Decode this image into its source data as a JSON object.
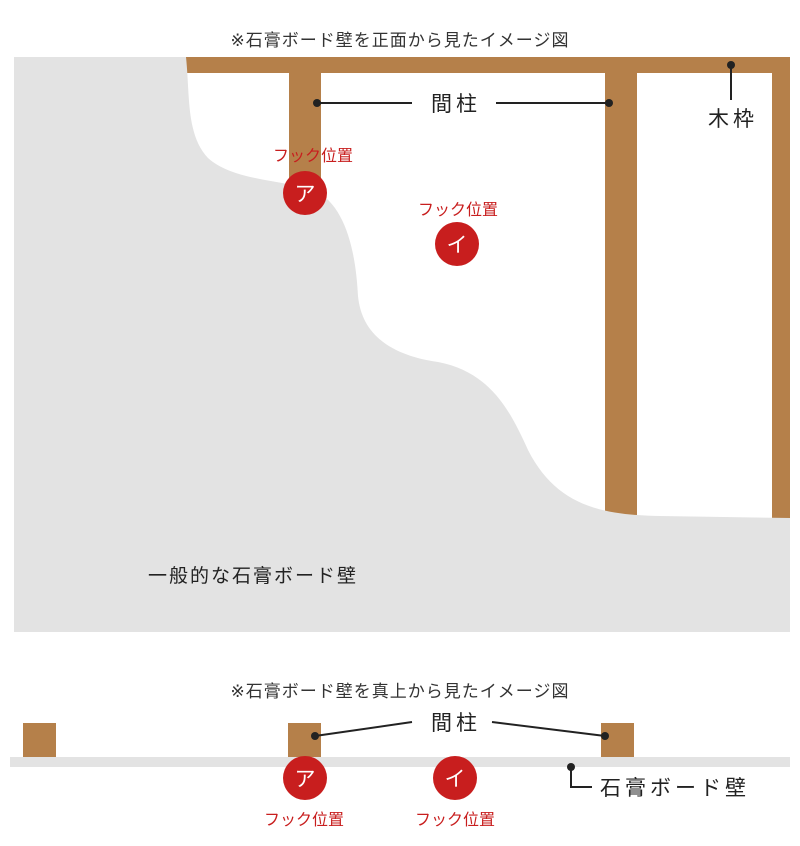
{
  "front_view": {
    "caption": "※石膏ボード壁を正面から見たイメージ図",
    "stud_label": "間柱",
    "frame_label": "木枠",
    "wall_label": "一般的な石膏ボード壁",
    "hook_a": {
      "label": "フック位置",
      "badge": "ア"
    },
    "hook_i": {
      "label": "フック位置",
      "badge": "イ"
    }
  },
  "top_view": {
    "caption": "※石膏ボード壁を真上から見たイメージ図",
    "stud_label": "間柱",
    "board_label": "石膏ボード壁",
    "hook_a": {
      "label": "フック位置",
      "badge": "ア"
    },
    "hook_i": {
      "label": "フック位置",
      "badge": "イ"
    }
  },
  "colors": {
    "wood": "#b5804a",
    "wall": "#e3e3e3",
    "badge": "#c81e1e",
    "line": "#222222"
  }
}
